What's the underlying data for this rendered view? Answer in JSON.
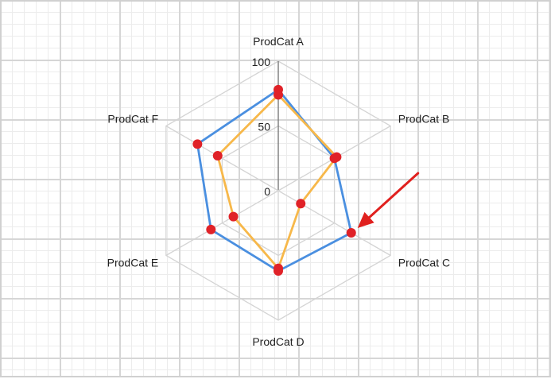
{
  "chart_data": {
    "type": "radar",
    "categories": [
      "ProdCat A",
      "ProdCat B",
      "ProdCat C",
      "ProdCat D",
      "ProdCat E",
      "ProdCat F"
    ],
    "radial_ticks": [
      "0",
      "50",
      "100"
    ],
    "rlim": [
      0,
      100
    ],
    "grid": true,
    "legend": "none",
    "series": [
      {
        "color": "#4a8fe0",
        "values": [
          78,
          50,
          65,
          62,
          60,
          72
        ]
      },
      {
        "color": "#f7b84a",
        "values": [
          74,
          52,
          20,
          60,
          40,
          54
        ]
      }
    ],
    "marker_color": "#e02228",
    "annotation": {
      "type": "arrow",
      "target_category": "ProdCat C",
      "target_series": 0,
      "color": "#e0201e"
    }
  }
}
